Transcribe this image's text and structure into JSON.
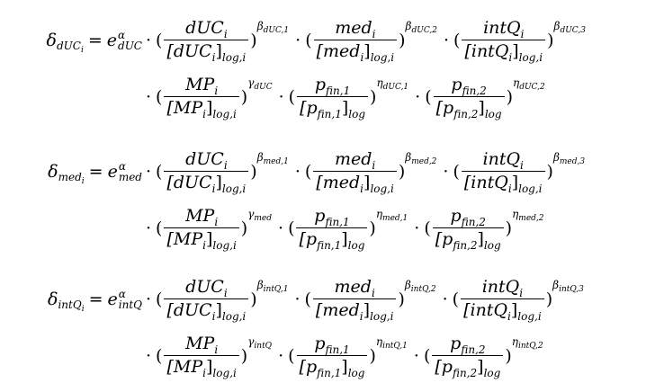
{
  "equations": [
    {
      "lhs_sym": "δ",
      "lhs_sub": "dUC",
      "lhs_subsub": "i",
      "e_sub": "dUC",
      "e_sup": "α",
      "b1": "β",
      "b1sub": "dUC,1",
      "b2": "β",
      "b2sub": "dUC,2",
      "b3": "β",
      "b3sub": "dUC,3",
      "g": "γ",
      "gsub": "dUC",
      "h1": "η",
      "h1sub": "dUC,1",
      "h2": "η",
      "h2sub": "dUC,2"
    },
    {
      "lhs_sym": "δ",
      "lhs_sub": "med",
      "lhs_subsub": "i",
      "e_sub": "med",
      "e_sup": "α",
      "b1": "β",
      "b1sub": "med,1",
      "b2": "β",
      "b2sub": "med,2",
      "b3": "β",
      "b3sub": "med,3",
      "g": "γ",
      "gsub": "med",
      "h1": "η",
      "h1sub": "med,1",
      "h2": "η",
      "h2sub": "med,2"
    },
    {
      "lhs_sym": "δ",
      "lhs_sub": "intQ",
      "lhs_subsub": "i",
      "e_sub": "intQ",
      "e_sup": "α",
      "b1": "β",
      "b1sub": "intQ,1",
      "b2": "β",
      "b2sub": "intQ,2",
      "b3": "β",
      "b3sub": "intQ,3",
      "g": "γ",
      "gsub": "intQ",
      "h1": "η",
      "h1sub": "intQ,1",
      "h2": "η",
      "h2sub": "intQ,2"
    }
  ],
  "terms": {
    "eq": "=",
    "e": "e",
    "cdot": "·",
    "lp": "(",
    "rp": ")",
    "dUC_num": "dUC",
    "dUC_num_sub": "i",
    "dUC_den": "[dUC",
    "dUC_den_sub1": "i",
    "dUC_den_close": "]",
    "dUC_den_sub2": "log,i",
    "med_num": "med",
    "med_num_sub": "i",
    "med_den": "[med",
    "med_den_sub1": "i",
    "med_den_close": "]",
    "med_den_sub2": "log,i",
    "intQ_num": "intQ",
    "intQ_num_sub": "i",
    "intQ_den": "[intQ",
    "intQ_den_sub1": "i",
    "intQ_den_close": "]",
    "intQ_den_sub2": "log,i",
    "MP_num": "MP",
    "MP_num_sub": "i",
    "MP_den": "[MP",
    "MP_den_sub1": "i",
    "MP_den_close": "]",
    "MP_den_sub2": "log,i",
    "p1_num": "p",
    "p1_num_sub": "fin,1",
    "p1_den": "[p",
    "p1_den_sub1": "fin,1",
    "p1_den_close": "]",
    "p1_den_sub2": "log",
    "p2_num": "p",
    "p2_num_sub": "fin,2",
    "p2_den": "[p",
    "p2_den_sub1": "fin,2",
    "p2_den_close": "]",
    "p2_den_sub2": "log"
  }
}
